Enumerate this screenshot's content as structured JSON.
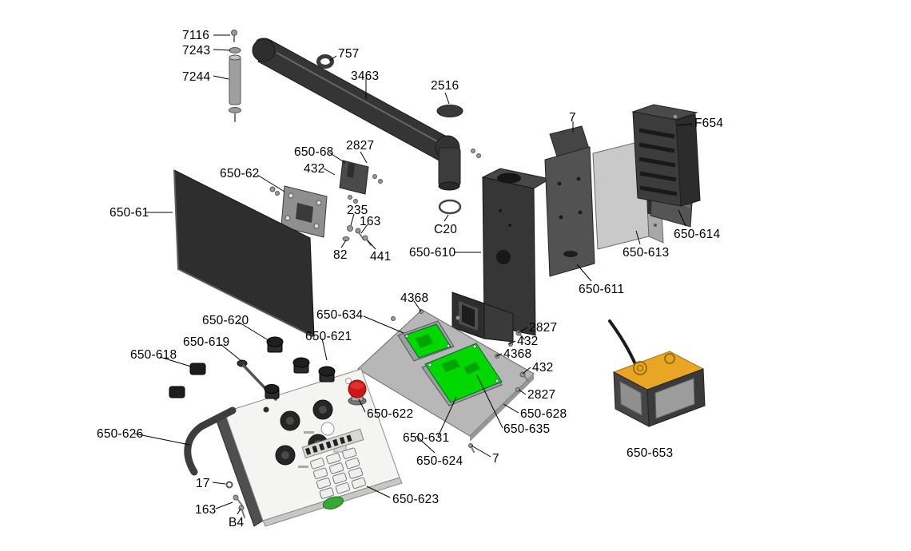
{
  "figure": {
    "type": "exploded-parts-diagram",
    "background": "#ffffff"
  },
  "colors": {
    "part-dark": "#353535",
    "part-mid": "#5a5a5a",
    "part-light": "#c9c9c9",
    "tray-gray": "#b7b7b7",
    "pcb-green": "#00d800",
    "estop-red": "#cf1616",
    "pedal-orange": "#e9a524",
    "panel-white": "#f4f4f2"
  },
  "labels": [
    {
      "text": "7116"
    },
    {
      "text": "7243"
    },
    {
      "text": "7244"
    },
    {
      "text": "757"
    },
    {
      "text": "3463"
    },
    {
      "text": "2516"
    },
    {
      "text": "7"
    },
    {
      "text": "F654"
    },
    {
      "text": "2827"
    },
    {
      "text": "650-68"
    },
    {
      "text": "432"
    },
    {
      "text": "650-62"
    },
    {
      "text": "650-61"
    },
    {
      "text": "235"
    },
    {
      "text": "163"
    },
    {
      "text": "82"
    },
    {
      "text": "441"
    },
    {
      "text": "C20"
    },
    {
      "text": "650-610"
    },
    {
      "text": "650-614"
    },
    {
      "text": "650-613"
    },
    {
      "text": "650-611"
    },
    {
      "text": "4368"
    },
    {
      "text": "650-634"
    },
    {
      "text": "2827"
    },
    {
      "text": "432"
    },
    {
      "text": "4368"
    },
    {
      "text": "432"
    },
    {
      "text": "650-620"
    },
    {
      "text": "650-621"
    },
    {
      "text": "650-619"
    },
    {
      "text": "650-618"
    },
    {
      "text": "2827"
    },
    {
      "text": "650-628"
    },
    {
      "text": "650-622"
    },
    {
      "text": "650-626"
    },
    {
      "text": "650-631"
    },
    {
      "text": "650-635"
    },
    {
      "text": "650-624"
    },
    {
      "text": "7"
    },
    {
      "text": "650-623"
    },
    {
      "text": "17"
    },
    {
      "text": "163"
    },
    {
      "text": "B4"
    },
    {
      "text": "650-653"
    }
  ]
}
